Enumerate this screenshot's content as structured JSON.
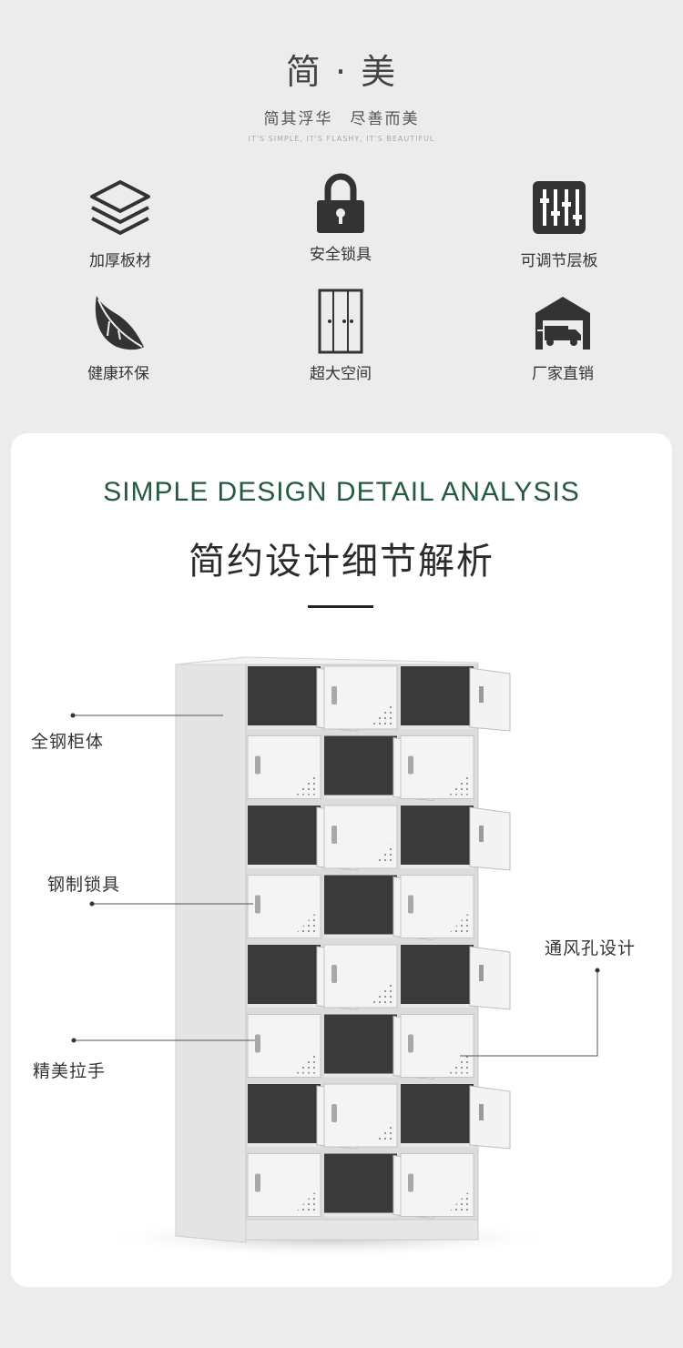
{
  "header": {
    "title": "简 · 美",
    "subtitle": "简其浮华　尽善而美",
    "subtitle_en": "IT'S SIMPLE, IT'S FLASHY, IT'S BEAUTIFUL"
  },
  "features": [
    {
      "label": "加厚板材",
      "icon": "layers-icon"
    },
    {
      "label": "安全锁具",
      "icon": "padlock-icon"
    },
    {
      "label": "可调节层板",
      "icon": "adjust-sliders-icon"
    },
    {
      "label": "健康环保",
      "icon": "leaf-icon"
    },
    {
      "label": "超大空间",
      "icon": "wardrobe-icon"
    },
    {
      "label": "厂家直销",
      "icon": "factory-truck-icon"
    }
  ],
  "detail": {
    "title_en": "SIMPLE DESIGN DETAIL ANALYSIS",
    "title_cn": "简约设计细节解析",
    "callouts": {
      "body": "全钢柜体",
      "lock": "钢制锁具",
      "vent": "通风孔设计",
      "handle": "精美拉手"
    }
  },
  "colors": {
    "background": "#ececec",
    "card": "#ffffff",
    "accent_green": "#245a3f",
    "icon_dark": "#333333"
  }
}
